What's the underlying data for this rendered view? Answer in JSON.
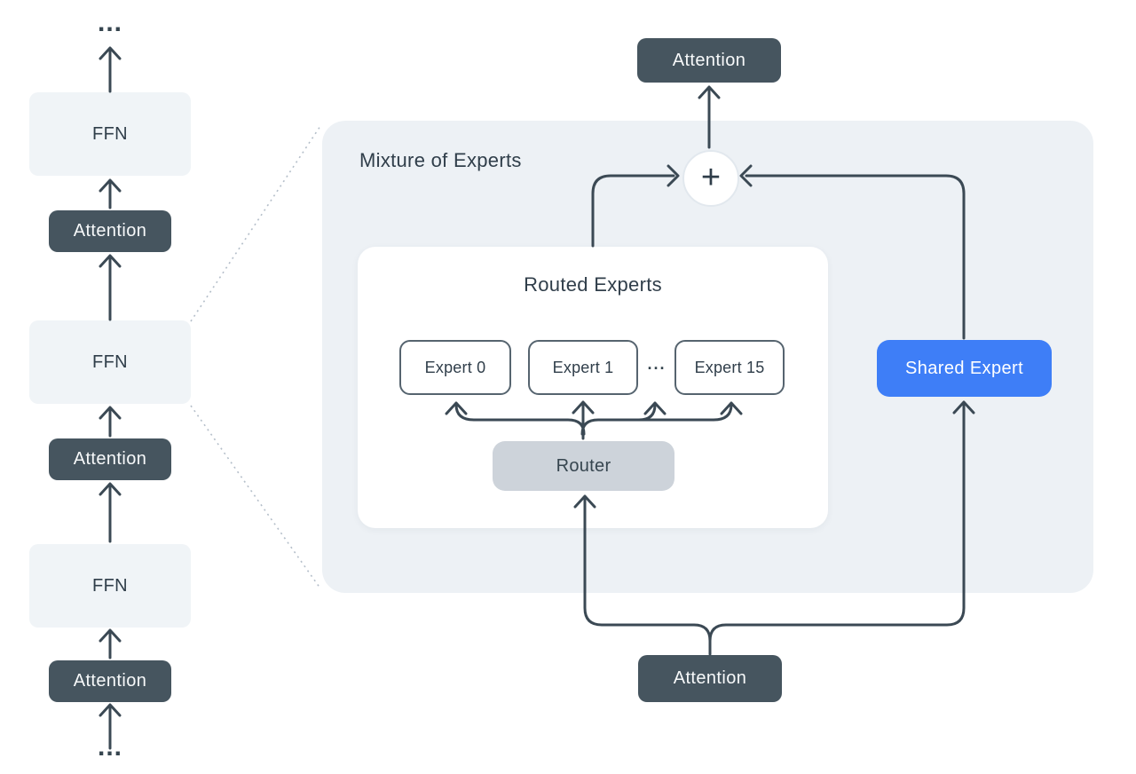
{
  "left_stack": {
    "ellipsis_top": "...",
    "ellipsis_bottom": "...",
    "blocks": [
      {
        "type": "ffn",
        "label": "FFN"
      },
      {
        "type": "attention",
        "label": "Attention"
      },
      {
        "type": "ffn",
        "label": "FFN"
      },
      {
        "type": "attention",
        "label": "Attention"
      },
      {
        "type": "ffn",
        "label": "FFN"
      },
      {
        "type": "attention",
        "label": "Attention"
      }
    ]
  },
  "attention_top": {
    "label": "Attention"
  },
  "attention_bottom": {
    "label": "Attention"
  },
  "moe_panel": {
    "title": "Mixture of Experts",
    "sum_symbol": "+",
    "routed_experts_card": {
      "title": "Routed Experts",
      "experts": [
        {
          "label": "Expert 0"
        },
        {
          "label": "Expert 1"
        },
        {
          "label": "Expert 15"
        }
      ],
      "ellipsis_mid": "···",
      "router_label": "Router"
    },
    "shared_expert_label": "Shared Expert"
  },
  "colors": {
    "dark_slate_box": "#46555f",
    "ffn_box": "#f0f4f7",
    "panel_background": "#edf1f5",
    "card_background": "#ffffff",
    "router_box": "#cdd3da",
    "shared_expert_blue": "#3e7ef7",
    "wire_line": "#3b4954",
    "dashed_line": "#b4bec9",
    "expert_border": "#56646f",
    "text_dark": "#303e4a",
    "text_light": "#f7f9fa"
  }
}
